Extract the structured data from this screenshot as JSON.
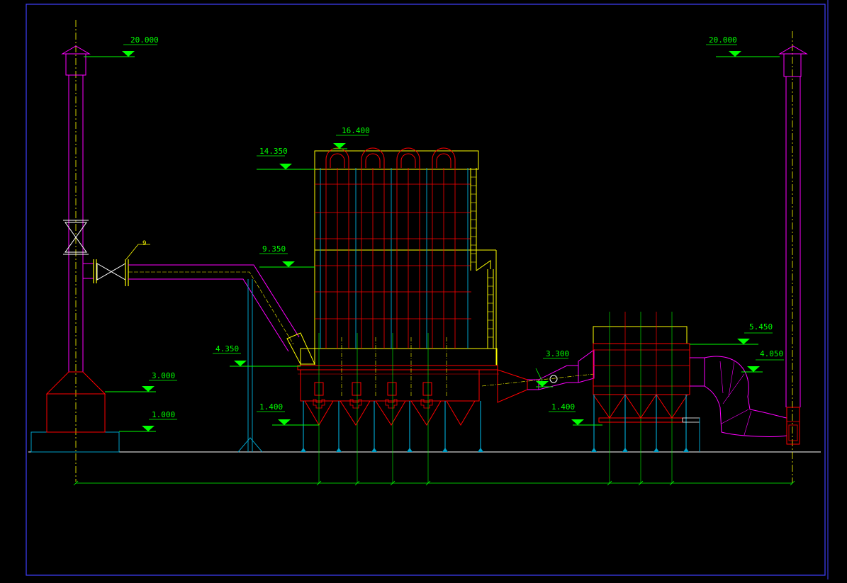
{
  "colors": {
    "background": "#000000",
    "frame": "#4040ff",
    "elevation_mark": "#00ff00",
    "chimney": "#ff00ff",
    "dust_collector": "#ff0000",
    "bag_frame": "#ffff00",
    "support_column": "#00a0c8",
    "centerline": "#ffff00",
    "ground": "#ffffff"
  },
  "elevations": {
    "left_stack_top": "20.000",
    "right_stack_top": "20.000",
    "collector_top": "16.400",
    "collector_roof": "14.350",
    "collector_mid": "9.350",
    "collector_inlet": "4.350",
    "stack_base": "3.000",
    "foundation": "1.000",
    "hopper_bottom": "1.400",
    "precollector_inlet": "3.300",
    "precollector_hopper": "1.400",
    "outlet_duct_top": "5.450",
    "outlet_duct_center": "4.050"
  },
  "callouts": {
    "valve": "9"
  }
}
